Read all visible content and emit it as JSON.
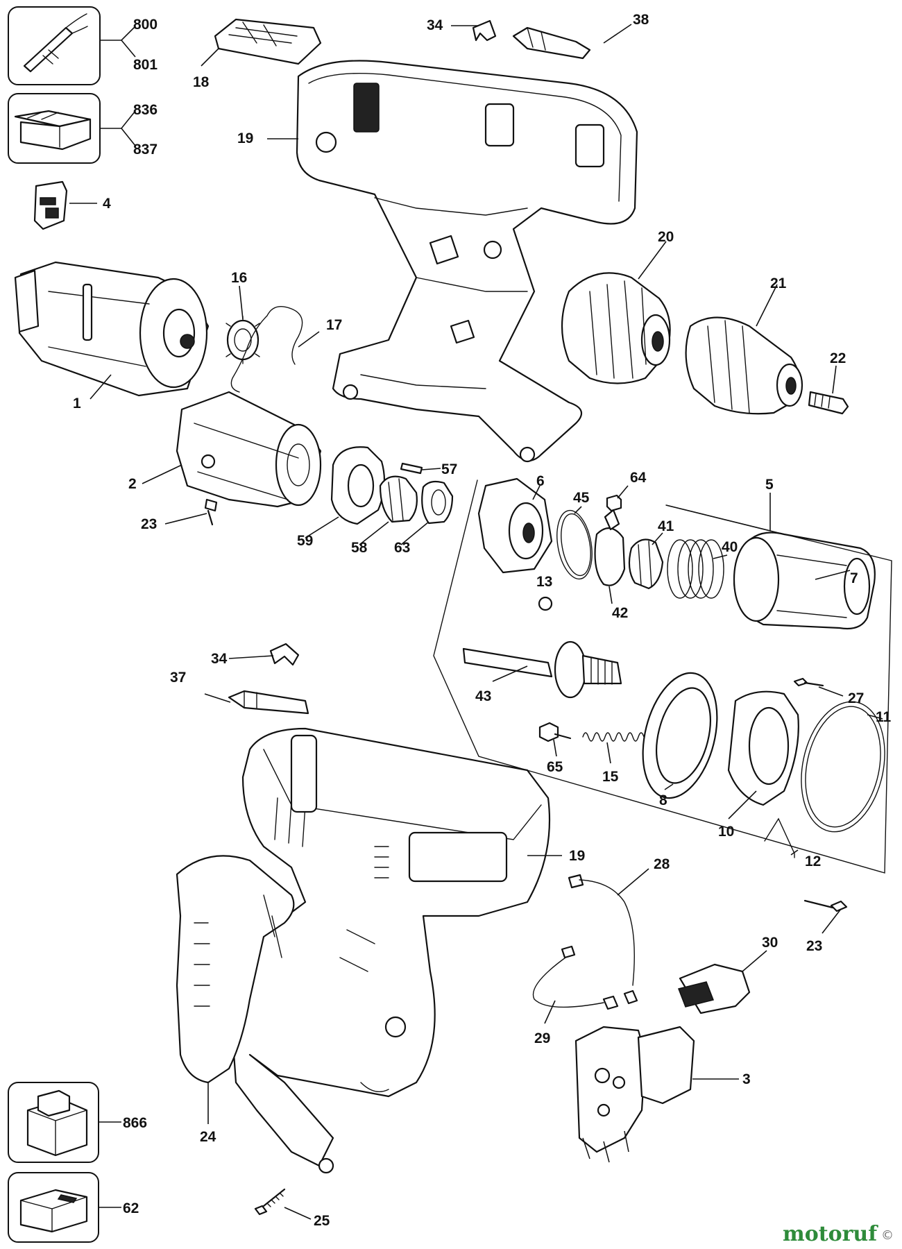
{
  "diagram": {
    "watermark": {
      "text": "motoruf",
      "color": "#2e8b3a",
      "suffix": "©"
    },
    "callouts": {
      "c800": "800",
      "c801": "801",
      "c836": "836",
      "c837": "837",
      "c4": "4",
      "c1": "1",
      "c16": "16",
      "c17": "17",
      "c18": "18",
      "c19a": "19",
      "c34a": "34",
      "c38": "38",
      "c20": "20",
      "c21": "21",
      "c22": "22",
      "c2": "2",
      "c23a": "23",
      "c57": "57",
      "c59": "59",
      "c58": "58",
      "c63": "63",
      "c6": "6",
      "c64": "64",
      "c45": "45",
      "c5": "5",
      "c41": "41",
      "c40": "40",
      "c42": "42",
      "c7": "7",
      "c13": "13",
      "c43": "43",
      "c27": "27",
      "c11": "11",
      "c65": "65",
      "c15": "15",
      "c8": "8",
      "c10": "10",
      "c12": "12",
      "c34b": "34",
      "c37": "37",
      "c19b": "19",
      "c28": "28",
      "c23b": "23",
      "c30": "30",
      "c29": "29",
      "c3": "3",
      "c24": "24",
      "c866": "866",
      "c62": "62",
      "c25": "25"
    }
  }
}
